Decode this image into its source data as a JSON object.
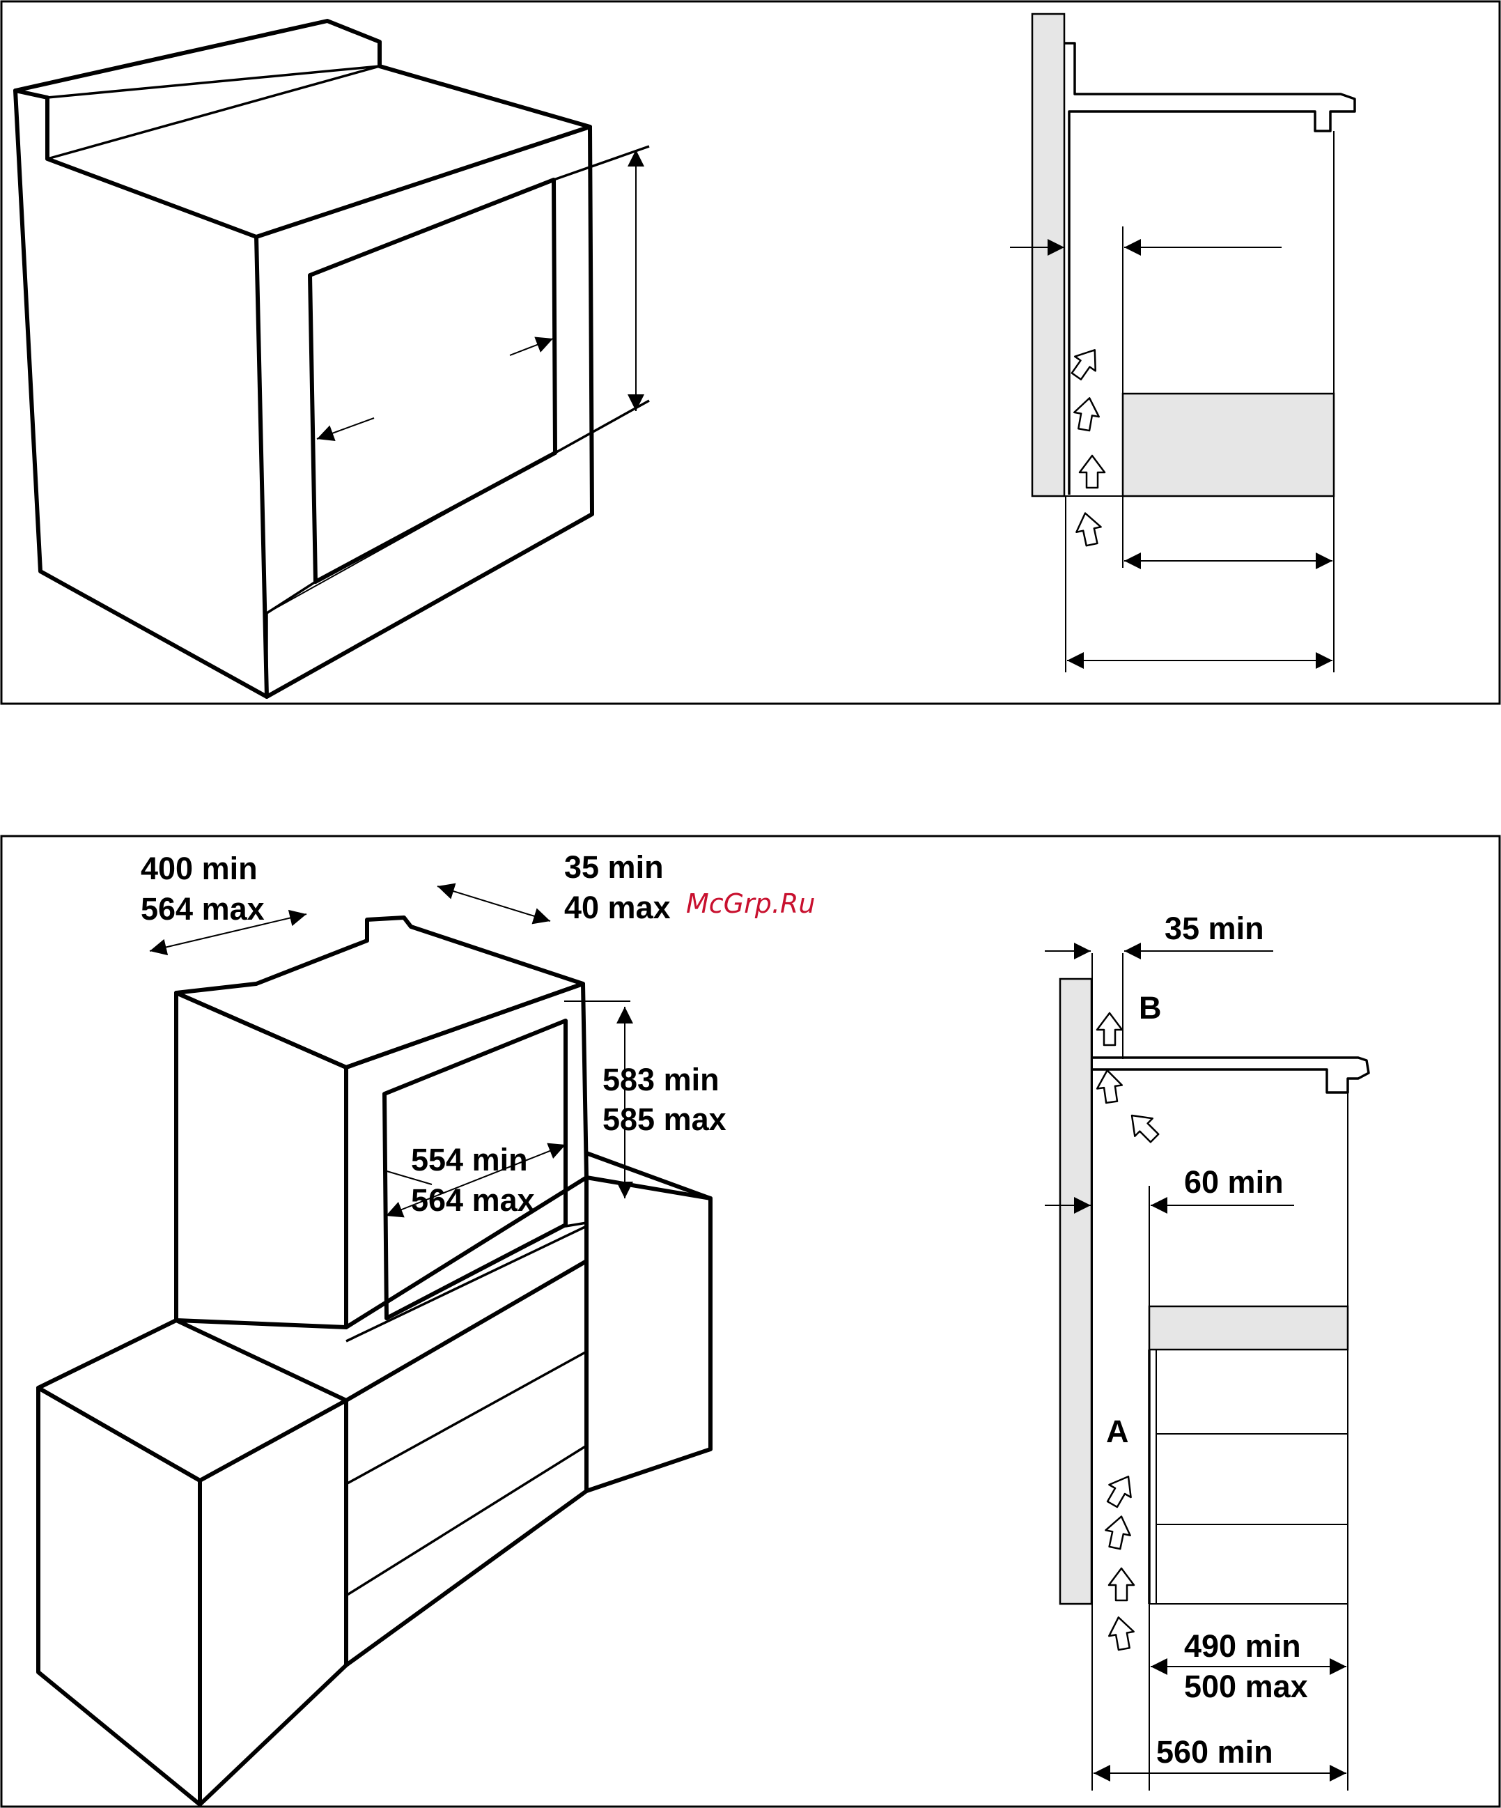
{
  "watermark": "McGrp.Ru",
  "top_figure": {},
  "bottom_figure": {
    "perspective": {
      "width_min": "400 min",
      "width_max": "564 max",
      "depth_min": "35 min",
      "depth_max": "40 max",
      "height_min": "583 min",
      "height_max": "585 max",
      "opening_min": "554 min",
      "opening_max": "564 max"
    },
    "section": {
      "gap_top": "35 min",
      "label_b": "B",
      "gap_mid": "60 min",
      "label_a": "A",
      "depth_min": "490 min",
      "depth_max": "500 max",
      "total_depth": "560 min"
    }
  }
}
